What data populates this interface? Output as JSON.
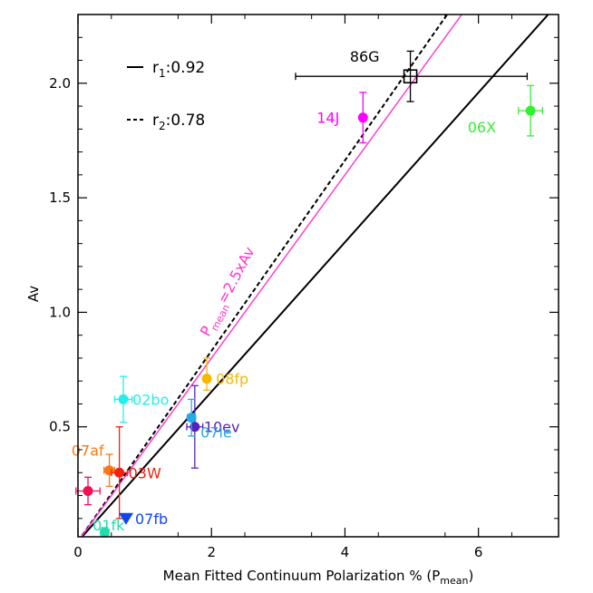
{
  "chart_data": {
    "type": "scatter",
    "xlabel": "Mean Fitted Continuum Polarization % (P",
    "xlabel_sub": "mean",
    "xlabel_end": ")",
    "ylabel": "Av",
    "xlim": [
      0,
      7.2
    ],
    "ylim": [
      0.02,
      2.3
    ],
    "x_ticks": [
      0,
      2,
      4,
      6
    ],
    "y_ticks": [
      0.5,
      1.0,
      1.5,
      2.0
    ],
    "x_tick_labels": [
      "0",
      "2",
      "4",
      "6"
    ],
    "y_tick_labels": [
      "0.5",
      "1.0",
      "1.5",
      "2.0"
    ],
    "grid": false,
    "legend": {
      "placement": "top-left",
      "entries": [
        {
          "style": "solid",
          "prefix": "r",
          "sub": "1",
          "suffix": ":0.92"
        },
        {
          "style": "dashed",
          "prefix": "r",
          "sub": "2",
          "suffix": ":0.78"
        }
      ]
    },
    "annotation": {
      "text_main": "P",
      "text_sub": "mean",
      "text_rest": "=2.5xAv",
      "color": "#ff33cc"
    },
    "lines": [
      {
        "name": "r1",
        "style": "solid",
        "color": "#000000",
        "slope": 0.3265,
        "intercept": 0.0
      },
      {
        "name": "r2",
        "style": "dashed",
        "color": "#000000",
        "slope": 0.4158,
        "intercept": 0.0
      },
      {
        "name": "pmean",
        "style": "solid",
        "color": "#ff33cc",
        "slope": 0.4,
        "intercept": 0.0
      }
    ],
    "points": [
      {
        "label": "86G",
        "x": 4.98,
        "y": 2.03,
        "xerr": [
          1.72,
          1.75
        ],
        "yerr": [
          0.11,
          0.11
        ],
        "color": "#000000",
        "marker": "open-square",
        "label_side": "above-left"
      },
      {
        "label": "14J",
        "x": 4.27,
        "y": 1.85,
        "xerr": [
          0,
          0
        ],
        "yerr": [
          0.11,
          0.11
        ],
        "color": "#ff00ff",
        "marker": "circle",
        "label_side": "left"
      },
      {
        "label": "06X",
        "x": 6.78,
        "y": 1.88,
        "xerr": [
          0.18,
          0.18
        ],
        "yerr": [
          0.11,
          0.11
        ],
        "color": "#33ee33",
        "marker": "circle",
        "label_side": "below-left"
      },
      {
        "label": "08fp",
        "x": 1.93,
        "y": 0.71,
        "xerr": [
          0.05,
          0.05
        ],
        "yerr": [
          0.05,
          0.09
        ],
        "color": "#f5b800",
        "marker": "circle",
        "label_side": "right"
      },
      {
        "label": "10ev",
        "x": 1.75,
        "y": 0.5,
        "xerr": [
          0.12,
          0.12
        ],
        "yerr": [
          0.18,
          0.18
        ],
        "color": "#5522bb",
        "marker": "circle",
        "label_side": "right"
      },
      {
        "label": "07le",
        "x": 1.7,
        "y": 0.54,
        "xerr": [
          0.06,
          0.06
        ],
        "yerr": [
          0.08,
          0.08
        ],
        "color": "#22aaee",
        "marker": "circle",
        "label_side": "below-right"
      },
      {
        "label": "02bo",
        "x": 0.68,
        "y": 0.62,
        "xerr": [
          0.13,
          0.13
        ],
        "yerr": [
          0.1,
          0.1
        ],
        "color": "#22eeee",
        "marker": "circle",
        "label_side": "right"
      },
      {
        "label": "07af",
        "x": 0.47,
        "y": 0.31,
        "xerr": [
          0.08,
          0.08
        ],
        "yerr": [
          0.07,
          0.07
        ],
        "color": "#ff7711",
        "marker": "circle",
        "label_side": "above-left"
      },
      {
        "label": "03W",
        "x": 0.62,
        "y": 0.3,
        "xerr": [
          0.12,
          0.12
        ],
        "yerr": [
          0.2,
          0.2
        ],
        "color": "#ee2211",
        "marker": "circle",
        "label_side": "right"
      },
      {
        "label": "",
        "x": 0.15,
        "y": 0.22,
        "xerr": [
          0.18,
          0.18
        ],
        "yerr": [
          0.06,
          0.06
        ],
        "color": "#ee1155",
        "marker": "circle",
        "label_side": "none"
      },
      {
        "label": "07fb",
        "x": 0.72,
        "y": 0.1,
        "xerr": [
          0,
          0
        ],
        "yerr": [
          0,
          0
        ],
        "color": "#1144ee",
        "marker": "triangle-down",
        "label_side": "right"
      },
      {
        "label": "01fk",
        "x": 0.4,
        "y": 0.04,
        "xerr": [
          0.06,
          0.06
        ],
        "yerr": [
          0.02,
          0.02
        ],
        "color": "#22ddaa",
        "marker": "circle",
        "label_side": "above-left"
      }
    ]
  }
}
